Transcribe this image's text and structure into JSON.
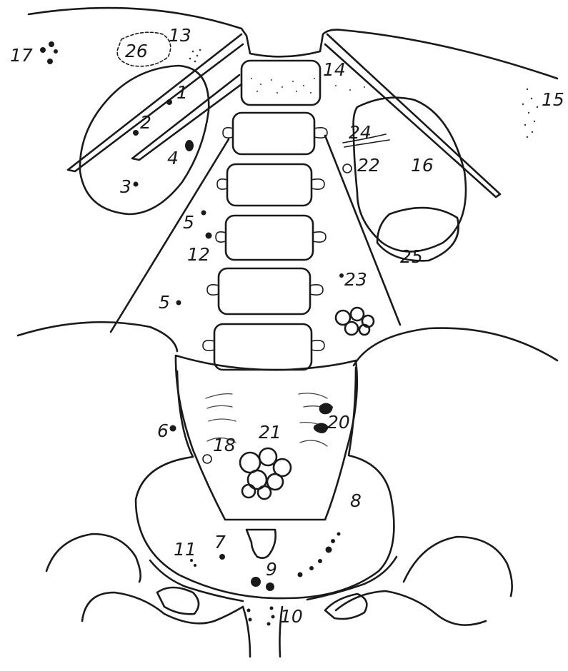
{
  "labels": {
    "l1": "1",
    "l2": "2",
    "l3": "3",
    "l4": "4",
    "l5a": "5",
    "l5b": "5",
    "l6": "6",
    "l7": "7",
    "l8": "8",
    "l9": "9",
    "l10": "10",
    "l11": "11",
    "l12": "12",
    "l13": "13",
    "l14": "14",
    "l15": "15",
    "l16": "16",
    "l17": "17",
    "l18": "18",
    "l20": "20",
    "l21": "21",
    "l22": "22",
    "l23": "23",
    "l24": "24",
    "l25": "25",
    "l26": "26"
  }
}
